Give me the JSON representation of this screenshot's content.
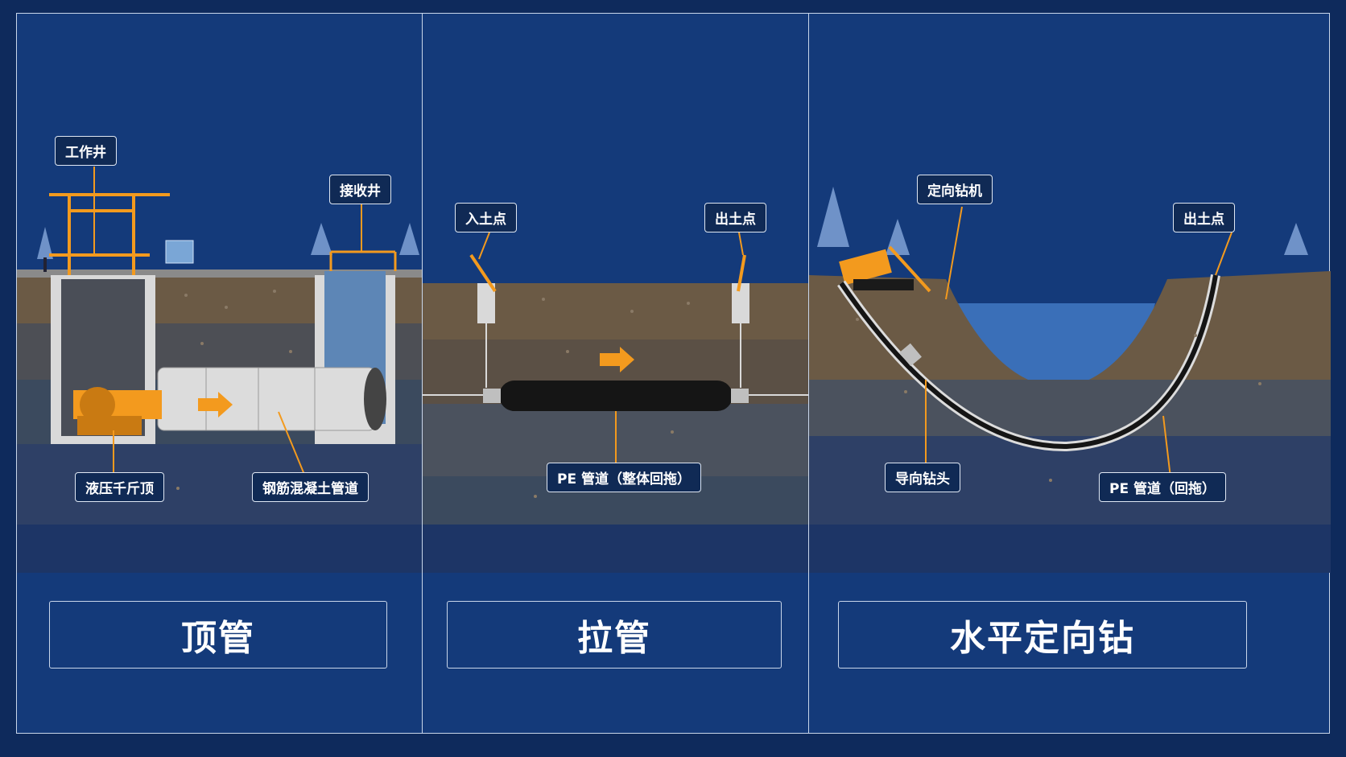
{
  "panels": [
    {
      "title": "顶管",
      "labels": {
        "work_shaft": "工作井",
        "receiving_shaft": "接收井",
        "hydraulic_jack": "液压千斤顶",
        "concrete_pipe": "钢筋混凝土管道"
      }
    },
    {
      "title": "拉管",
      "labels": {
        "entry_point": "入土点",
        "exit_point": "出土点",
        "pe_pipe": "PE 管道（整体回拖）"
      }
    },
    {
      "title": "水平定向钻",
      "labels": {
        "drill_rig": "定向钻机",
        "exit_point": "出土点",
        "guide_bit": "导向钻头",
        "pe_pipe": "PE 管道（回拖）"
      }
    }
  ],
  "colors": {
    "background": "#0e2a5c",
    "sky": "#143a7a",
    "accent_orange": "#f39a1e",
    "topsoil": "#6b5a45",
    "rock": "#3b4a5e",
    "deep_layer": "#1d3566",
    "water": "#3a6fb8"
  }
}
